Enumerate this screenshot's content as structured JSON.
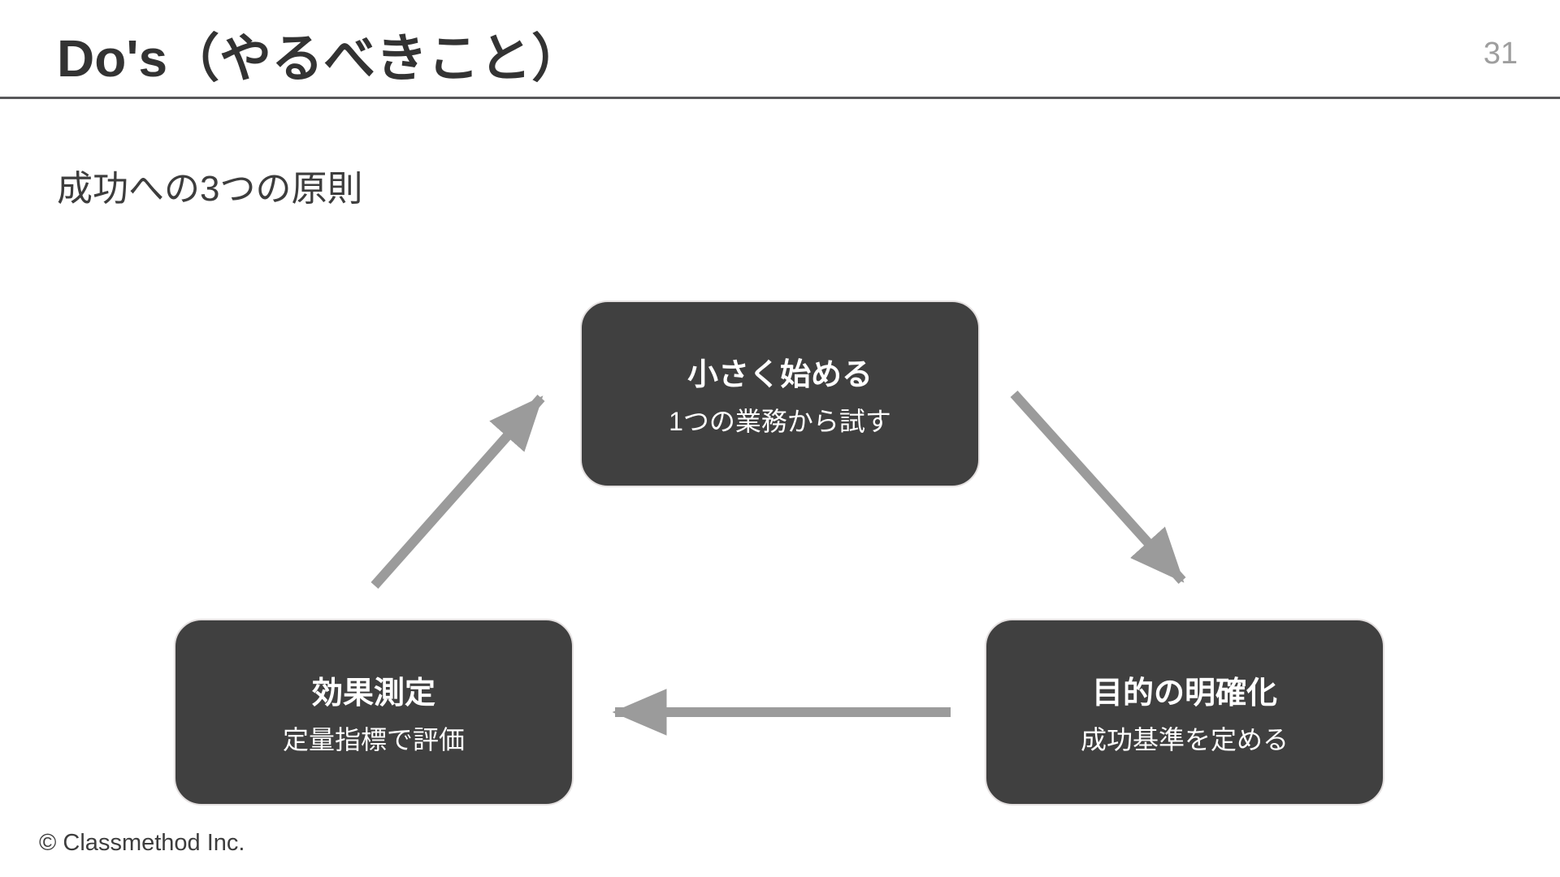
{
  "slide": {
    "title": "Do's（やるべきこと）",
    "page_number": "31",
    "subtitle": "成功への3つの原則",
    "footer": "© Classmethod Inc."
  },
  "diagram": {
    "type": "cycle",
    "nodes": [
      {
        "id": "start-small",
        "position": "top-center",
        "title": "小さく始める",
        "subtitle": "1つの業務から試す"
      },
      {
        "id": "clarify-purpose",
        "position": "bottom-right",
        "title": "目的の明確化",
        "subtitle": "成功基準を定める"
      },
      {
        "id": "measure-effect",
        "position": "bottom-left",
        "title": "効果測定",
        "subtitle": "定量指標で評価"
      }
    ],
    "arrows": [
      {
        "from": "start-small",
        "to": "clarify-purpose"
      },
      {
        "from": "clarify-purpose",
        "to": "measure-effect"
      },
      {
        "from": "measure-effect",
        "to": "start-small"
      }
    ]
  },
  "colors": {
    "background": "#ffffff",
    "title_text": "#333333",
    "body_text": "#3d3d3d",
    "page_number": "#9e9e9e",
    "divider": "#58585a",
    "node_bg": "#404040",
    "node_text": "#ffffff",
    "node_border": "#e4e0e0",
    "arrow": "#9b9b9b"
  }
}
